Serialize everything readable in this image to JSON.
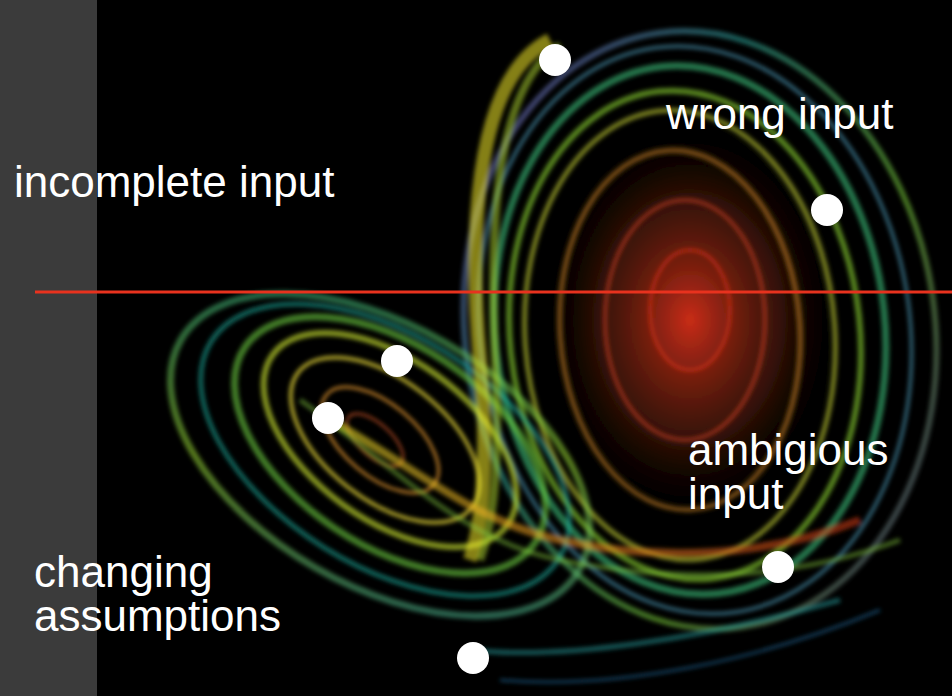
{
  "diagram": {
    "labels": [
      "wrong input",
      "incomplete input",
      "ambigious input",
      "changing assumptions"
    ]
  }
}
